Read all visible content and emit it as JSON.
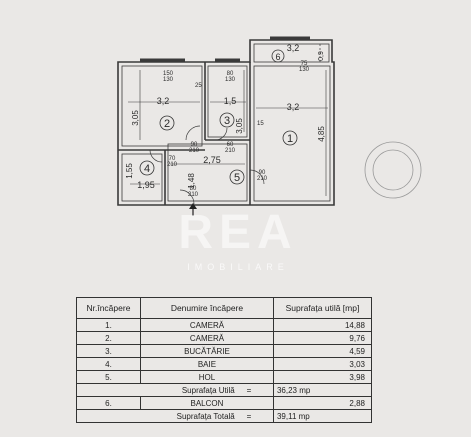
{
  "plan": {
    "room_numbers": [
      "1",
      "2",
      "3",
      "4",
      "5",
      "6"
    ],
    "dimensions": {
      "balcony_width": "3,2",
      "balcony_depth": "0,9",
      "door_75_130": "75\n130",
      "door_150_130": "150\n130",
      "door_80_130": "80\n130",
      "room2_width": "3,2",
      "room3_width": "1,5",
      "room1_width": "3,2",
      "room2_height": "3,05",
      "room3_height": "3,05",
      "room1_height": "4,85",
      "hall_width": "2,75",
      "room4_height": "1,55",
      "room4_width": "1,95",
      "hall_height": "1,48",
      "small_25": "25",
      "small_15": "15",
      "door_90_210_a": "90\n210",
      "door_70_210": "70\n210",
      "door_60_210": "60\n210",
      "door_80_210": "80\n210",
      "door_90_210_b": "90\n210"
    },
    "watermark": "REA",
    "watermark_sub": "IMOBILIARE"
  },
  "table": {
    "headers": [
      "Nr.încăpere",
      "Denumire încăpere",
      "Suprafața utilă [mp]"
    ],
    "rows": [
      {
        "nr": "1.",
        "name": "CAMERĂ",
        "area": "14,88"
      },
      {
        "nr": "2.",
        "name": "CAMERĂ",
        "area": "9,76"
      },
      {
        "nr": "3.",
        "name": "BUCĂTĂRIE",
        "area": "4,59"
      },
      {
        "nr": "4.",
        "name": "BAIE",
        "area": "3,03"
      },
      {
        "nr": "5.",
        "name": "HOL",
        "area": "3,98"
      }
    ],
    "util_label": "Suprafața Utilă",
    "util_eq": "=",
    "util_value": "36,23 mp",
    "balcony": {
      "nr": "6.",
      "name": "BALCON",
      "area": "2,88"
    },
    "total_label": "Suprafața Totală",
    "total_eq": "=",
    "total_value": "39,11 mp"
  }
}
